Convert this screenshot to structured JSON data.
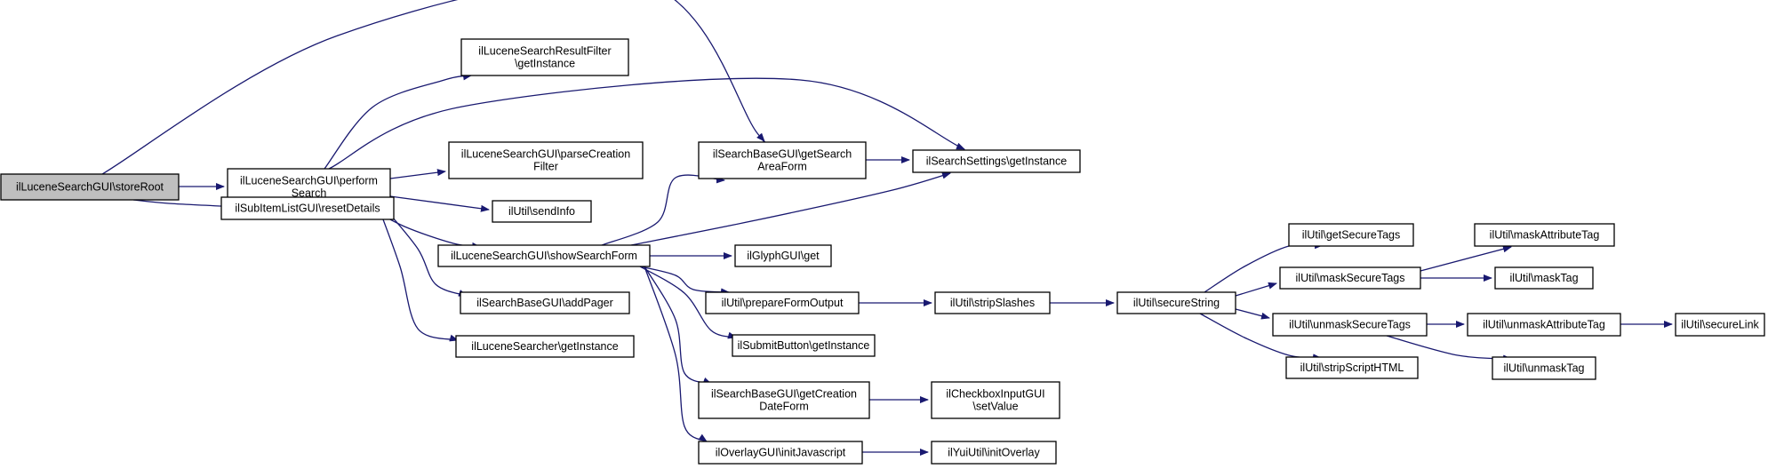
{
  "colors": {
    "edge": "#191970",
    "node_fill": "#ffffff",
    "root_fill": "#bfbfbf",
    "node_border": "#000000"
  },
  "nodes": [
    {
      "id": "storeRoot",
      "lines": [
        "ilLuceneSearchGUI\\storeRoot"
      ],
      "root": true
    },
    {
      "id": "performSearch",
      "lines": [
        "ilLuceneSearchGUI\\perform",
        "Search"
      ]
    },
    {
      "id": "resetDetails",
      "lines": [
        "ilSubItemListGUI\\resetDetails"
      ]
    },
    {
      "id": "resultFilterGetInstance",
      "lines": [
        "ilLuceneSearchResultFilter",
        "\\getInstance"
      ]
    },
    {
      "id": "parseCreationFilter",
      "lines": [
        "ilLuceneSearchGUI\\parseCreation",
        "Filter"
      ]
    },
    {
      "id": "sendInfo",
      "lines": [
        "ilUtil\\sendInfo"
      ]
    },
    {
      "id": "showSearchForm",
      "lines": [
        "ilLuceneSearchGUI\\showSearchForm"
      ]
    },
    {
      "id": "addPager",
      "lines": [
        "ilSearchBaseGUI\\addPager"
      ]
    },
    {
      "id": "searcherGetInstance",
      "lines": [
        "ilLuceneSearcher\\getInstance"
      ]
    },
    {
      "id": "getSearchAreaForm",
      "lines": [
        "ilSearchBaseGUI\\getSearch",
        "AreaForm"
      ]
    },
    {
      "id": "searchSettingsGetInstance",
      "lines": [
        "ilSearchSettings\\getInstance"
      ]
    },
    {
      "id": "glyphGet",
      "lines": [
        "ilGlyphGUI\\get"
      ]
    },
    {
      "id": "prepareFormOutput",
      "lines": [
        "ilUtil\\prepareFormOutput"
      ]
    },
    {
      "id": "submitButtonGetInstance",
      "lines": [
        "ilSubmitButton\\getInstance"
      ]
    },
    {
      "id": "getCreationDateForm",
      "lines": [
        "ilSearchBaseGUI\\getCreation",
        "DateForm"
      ]
    },
    {
      "id": "initJavascript",
      "lines": [
        "ilOverlayGUI\\initJavascript"
      ]
    },
    {
      "id": "stripSlashes",
      "lines": [
        "ilUtil\\stripSlashes"
      ]
    },
    {
      "id": "checkboxSetValue",
      "lines": [
        "ilCheckboxInputGUI",
        "\\setValue"
      ]
    },
    {
      "id": "initOverlay",
      "lines": [
        "ilYuiUtil\\initOverlay"
      ]
    },
    {
      "id": "secureString",
      "lines": [
        "ilUtil\\secureString"
      ]
    },
    {
      "id": "getSecureTags",
      "lines": [
        "ilUtil\\getSecureTags"
      ]
    },
    {
      "id": "maskSecureTags",
      "lines": [
        "ilUtil\\maskSecureTags"
      ]
    },
    {
      "id": "unmaskSecureTags",
      "lines": [
        "ilUtil\\unmaskSecureTags"
      ]
    },
    {
      "id": "stripScriptHTML",
      "lines": [
        "ilUtil\\stripScriptHTML"
      ]
    },
    {
      "id": "maskAttributeTag",
      "lines": [
        "ilUtil\\maskAttributeTag"
      ]
    },
    {
      "id": "maskTag",
      "lines": [
        "ilUtil\\maskTag"
      ]
    },
    {
      "id": "unmaskAttributeTag",
      "lines": [
        "ilUtil\\unmaskAttributeTag"
      ]
    },
    {
      "id": "unmaskTag",
      "lines": [
        "ilUtil\\unmaskTag"
      ]
    },
    {
      "id": "secureLink",
      "lines": [
        "ilUtil\\secureLink"
      ]
    }
  ],
  "edges": [
    {
      "from": "storeRoot",
      "to": "performSearch"
    },
    {
      "from": "storeRoot",
      "to": "resetDetails"
    },
    {
      "from": "storeRoot",
      "to": "getSearchAreaForm"
    },
    {
      "from": "performSearch",
      "to": "resultFilterGetInstance"
    },
    {
      "from": "performSearch",
      "to": "parseCreationFilter"
    },
    {
      "from": "performSearch",
      "to": "sendInfo"
    },
    {
      "from": "performSearch",
      "to": "showSearchForm"
    },
    {
      "from": "performSearch",
      "to": "addPager"
    },
    {
      "from": "performSearch",
      "to": "searcherGetInstance"
    },
    {
      "from": "performSearch",
      "to": "searchSettingsGetInstance"
    },
    {
      "from": "showSearchForm",
      "to": "getSearchAreaForm"
    },
    {
      "from": "showSearchForm",
      "to": "searchSettingsGetInstance"
    },
    {
      "from": "showSearchForm",
      "to": "glyphGet"
    },
    {
      "from": "showSearchForm",
      "to": "prepareFormOutput"
    },
    {
      "from": "showSearchForm",
      "to": "submitButtonGetInstance"
    },
    {
      "from": "showSearchForm",
      "to": "getCreationDateForm"
    },
    {
      "from": "showSearchForm",
      "to": "initJavascript"
    },
    {
      "from": "getSearchAreaForm",
      "to": "searchSettingsGetInstance"
    },
    {
      "from": "prepareFormOutput",
      "to": "stripSlashes"
    },
    {
      "from": "getCreationDateForm",
      "to": "checkboxSetValue"
    },
    {
      "from": "initJavascript",
      "to": "initOverlay"
    },
    {
      "from": "stripSlashes",
      "to": "secureString"
    },
    {
      "from": "secureString",
      "to": "getSecureTags"
    },
    {
      "from": "secureString",
      "to": "maskSecureTags"
    },
    {
      "from": "secureString",
      "to": "unmaskSecureTags"
    },
    {
      "from": "secureString",
      "to": "stripScriptHTML"
    },
    {
      "from": "maskSecureTags",
      "to": "maskAttributeTag"
    },
    {
      "from": "maskSecureTags",
      "to": "maskTag"
    },
    {
      "from": "unmaskSecureTags",
      "to": "unmaskAttributeTag"
    },
    {
      "from": "unmaskSecureTags",
      "to": "unmaskTag"
    },
    {
      "from": "unmaskAttributeTag",
      "to": "secureLink"
    }
  ]
}
